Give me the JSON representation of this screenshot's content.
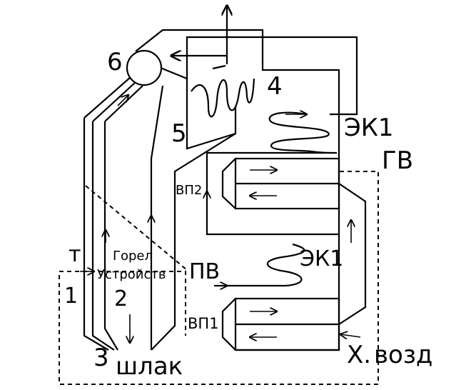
{
  "labels": {
    "n6": "6",
    "n4": "4",
    "n5": "5",
    "ek1_top": "ЭК1",
    "gv": "ГВ",
    "vp2": "ВП2",
    "ek1_mid": "ЭК1",
    "t": "т",
    "burner_line1": "Горел",
    "burner_line2": "Устройств",
    "pv": "ПВ",
    "n1": "1",
    "n2": "2",
    "vp1": "ВП1",
    "n3": "3",
    "shlak": "шлак",
    "x": "Х.",
    "vozd": "возд"
  }
}
